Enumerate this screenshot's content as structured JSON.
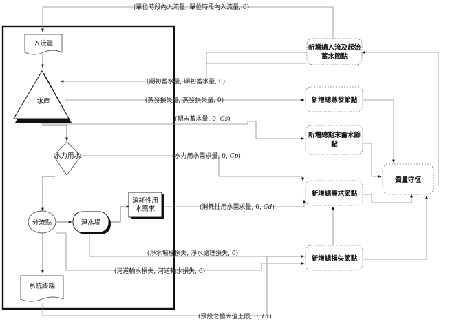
{
  "nodes": {
    "inflow": "入流量",
    "reservoir": "水庫",
    "hydropower": "水力用水",
    "consumptive": [
      "消耗性用",
      "水需求"
    ],
    "treatment_plant": "淨水場",
    "diversion": "分流點",
    "system_end": "系統終端",
    "new_inflow_storage": [
      "新增總入流及起始",
      "蓄水節點"
    ],
    "new_evaporation": "新增總蒸發節點",
    "new_end_storage": [
      "新增總期末蓄水節",
      "點"
    ],
    "new_demand": "新增總需求節點",
    "new_loss": "新增總損失節點",
    "mass_balance": "質量守恆"
  },
  "edges": {
    "unit_inflow": "(單位時段內入流量, 單位時段內入流量, 0)",
    "initial_storage": "(期初蓄水量, 期初蓄水量, 0)",
    "evaporation_loss": "(蒸發損失量, 蒸發損失量, 0)",
    "end_storage": {
      "text": "(期末蓄水量, 0, ",
      "var": "Cs",
      "close": ")"
    },
    "hydro_demand": {
      "text": "(水力用水需求量, 0, ",
      "var": "Cp",
      "close": ")"
    },
    "consumptive_demand": {
      "text": "(消耗性用水需求量, 0, ",
      "var": "Cd",
      "close": ")"
    },
    "treatment_loss": "(淨水場挫損失, 淨水處理損失, 0)",
    "river_loss": "(河道輸水損失, 河道輸水損失, 0)",
    "max_upper": {
      "text": "(預設之極大值上限, 0, ",
      "var": "Ct",
      "close": ")"
    }
  }
}
